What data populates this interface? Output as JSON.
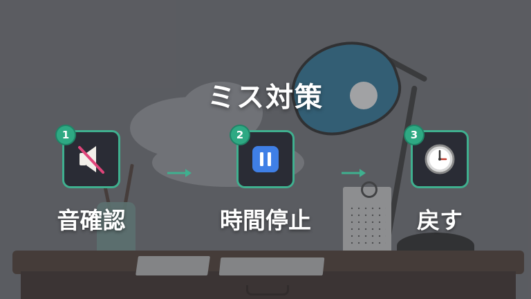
{
  "title": "ミス対策",
  "steps": [
    {
      "number": "1",
      "label": "音確認",
      "icon": "muted-speaker-icon"
    },
    {
      "number": "2",
      "label": "時間停止",
      "icon": "pause-icon"
    },
    {
      "number": "3",
      "label": "戻す",
      "icon": "clock-icon"
    }
  ],
  "arrows": [
    "arrow-right-icon",
    "arrow-right-icon"
  ],
  "colors": {
    "accent": "#3fb08f",
    "badge": "#2ea983",
    "tile_bg": "#2a2c35",
    "pause_blue": "#3f7fe6",
    "mute_slash": "#e0457a",
    "clock_hand": "#c0392b"
  }
}
